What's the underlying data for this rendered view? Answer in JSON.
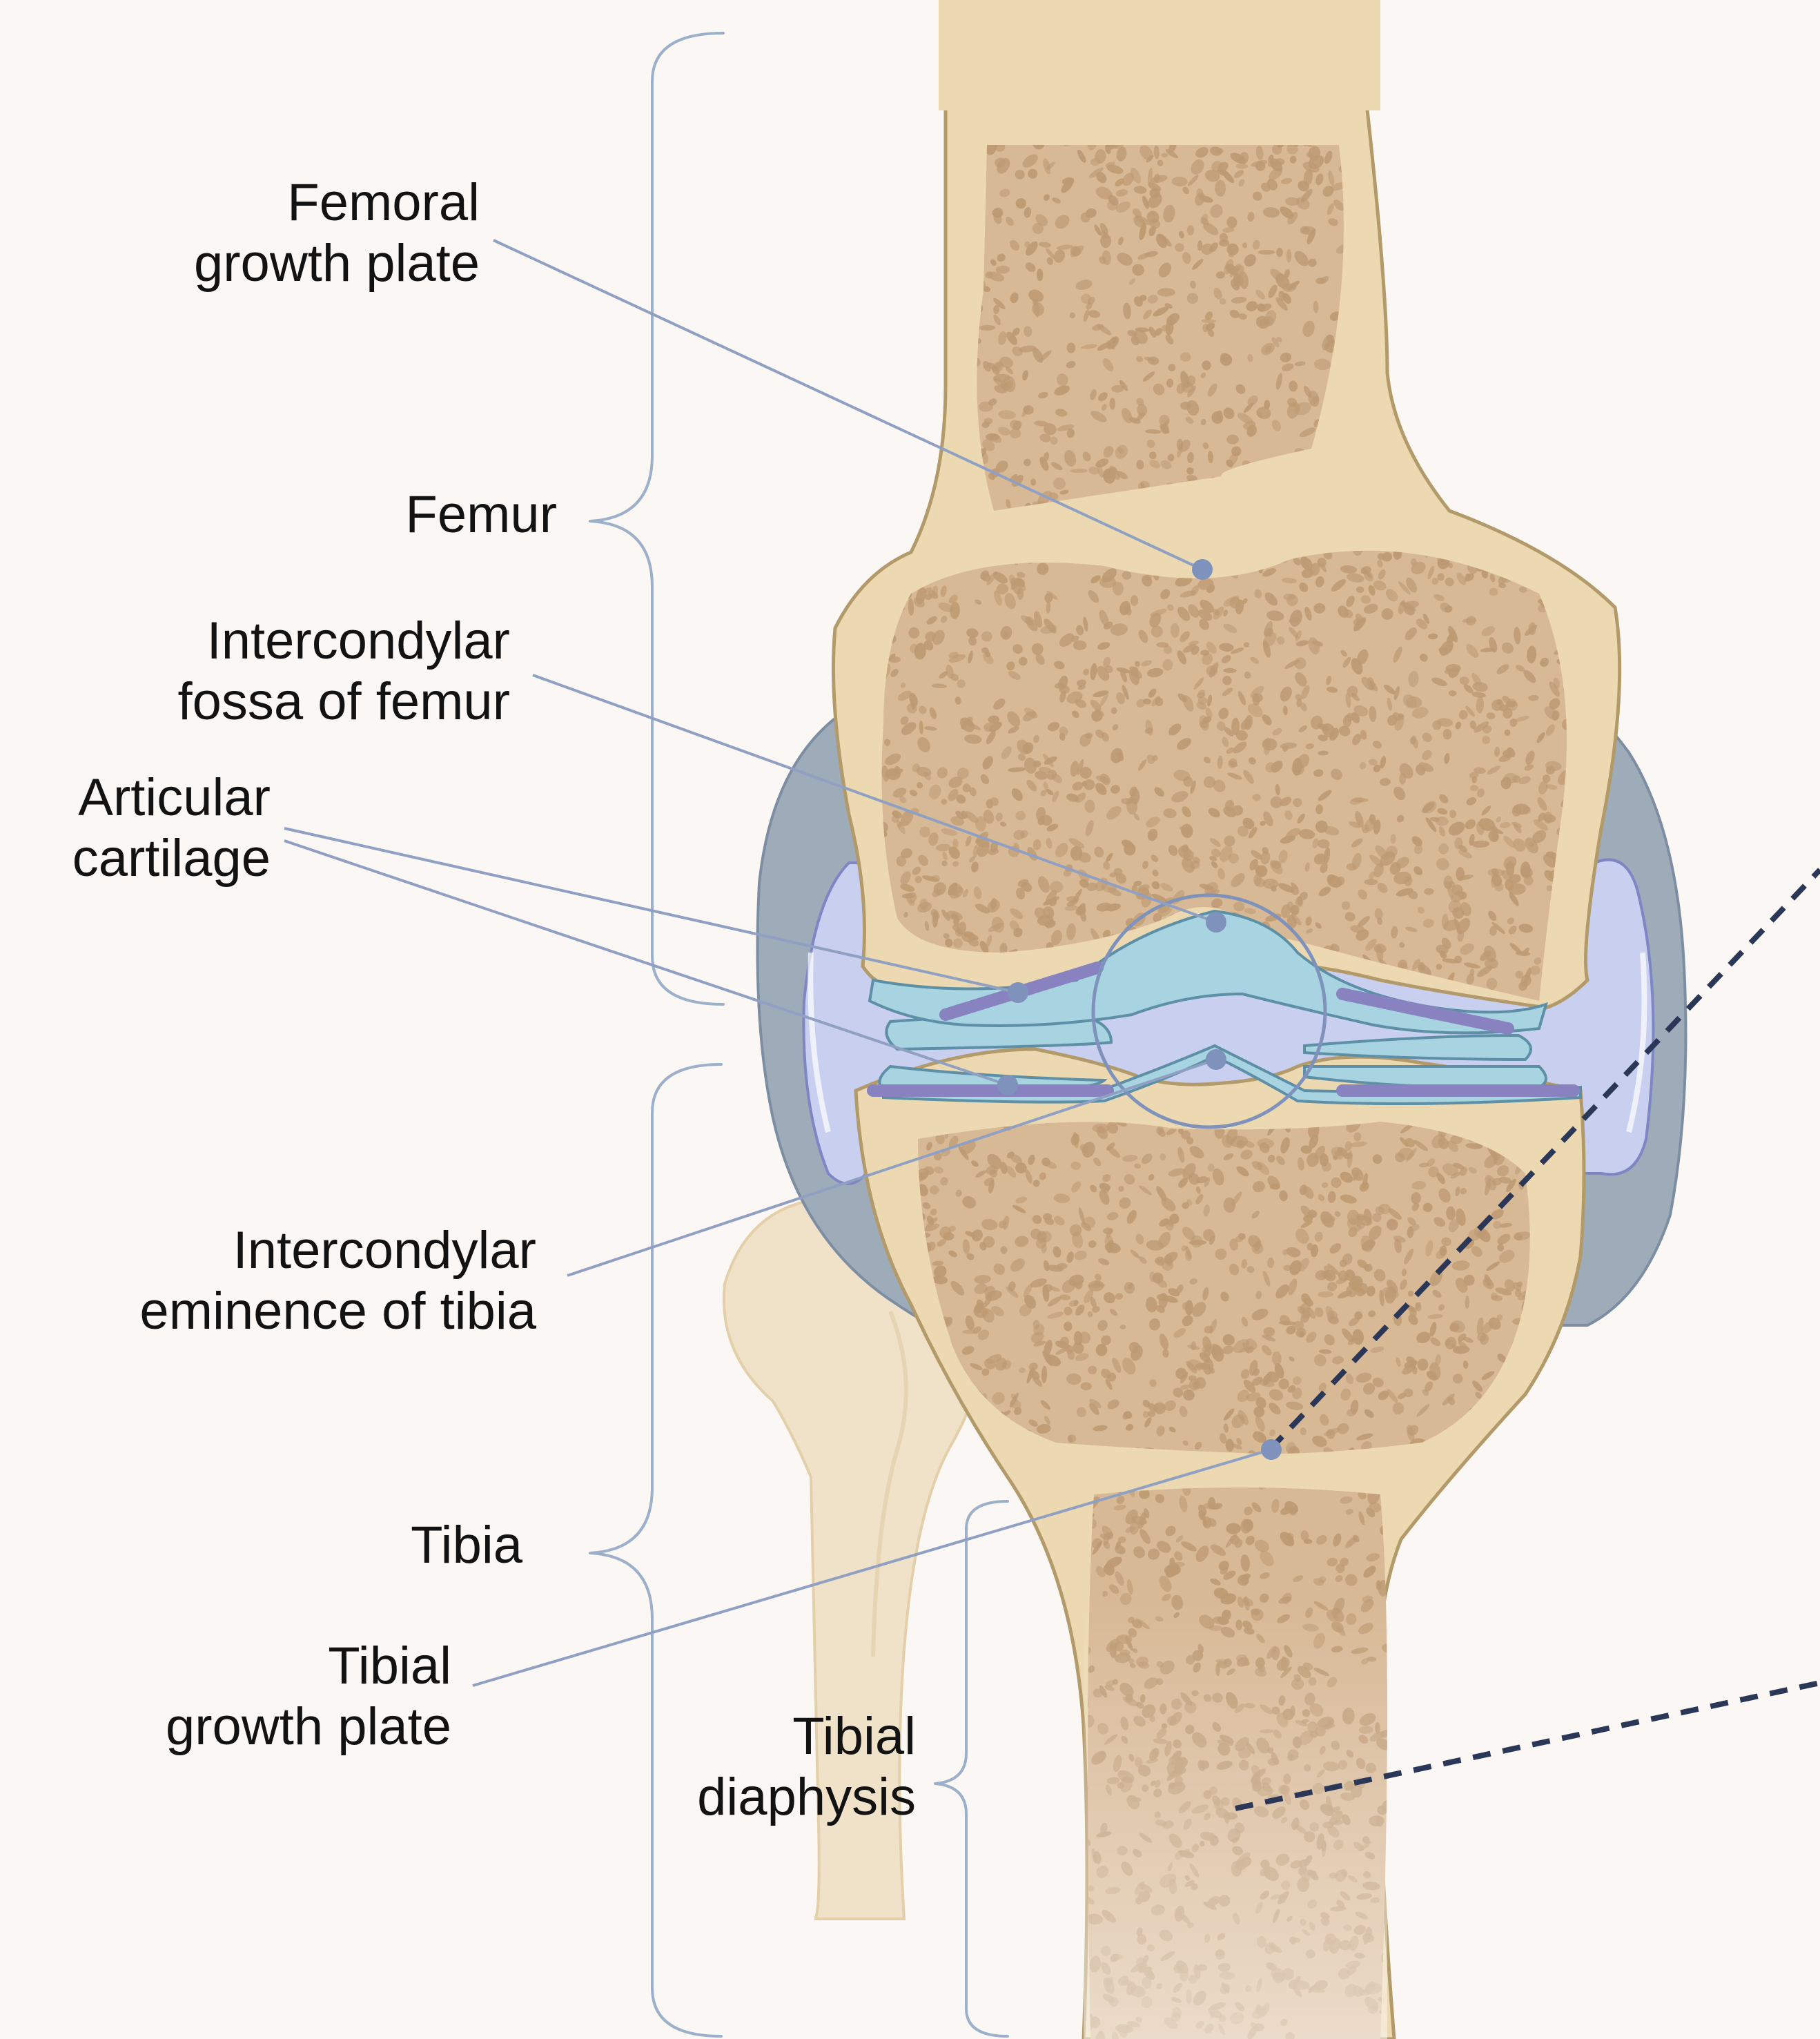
{
  "labels": {
    "femoral_growth_plate": [
      "Femoral",
      "growth plate"
    ],
    "femur": "Femur",
    "intercondylar_fossa": [
      "Intercondylar",
      "fossa of femur"
    ],
    "articular_cartilage": [
      "Articular",
      "cartilage"
    ],
    "intercondylar_eminence": [
      "Intercondylar",
      "eminence of tibia"
    ],
    "tibia": "Tibia",
    "tibial_growth_plate": [
      "Tibial",
      "growth plate"
    ],
    "tibial_diaphysis": [
      "Tibial",
      "diaphysis"
    ]
  },
  "colors": {
    "background": "#fbf7f4",
    "bone": "#ecd9b2",
    "bone_outline": "#b39a6a",
    "spongy_bone": "#d8b996",
    "spongy_pores": "#bd9a72",
    "fibula": "#f0e2c8",
    "capsule": "#9eabb8",
    "synovial": "#c8cfef",
    "meniscus": "#a8d3e0",
    "cartilage_stripe": "#8882c0",
    "leader_line": "#8fa0c2",
    "leader_dot": "#7f92bb",
    "bracket": "#9db0c9",
    "dashed_line": "#2b3757"
  }
}
